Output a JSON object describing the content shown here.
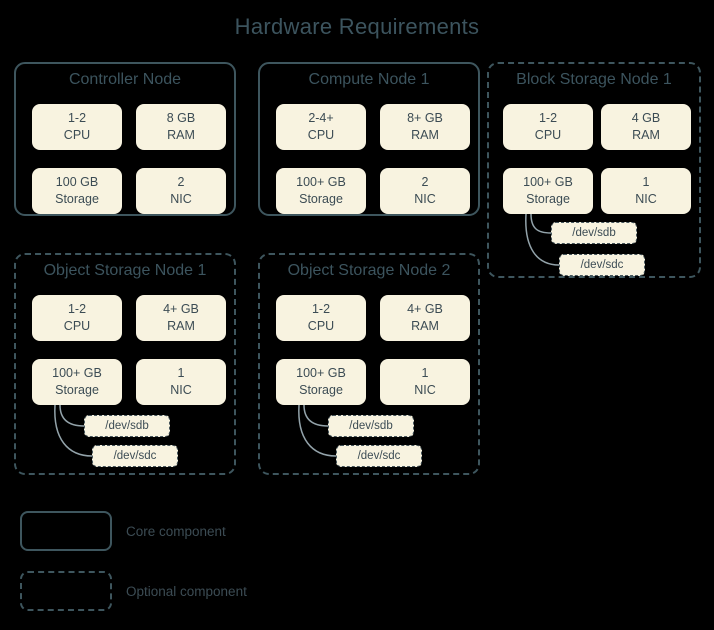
{
  "title": "Hardware Requirements",
  "colors": {
    "background": "#000000",
    "box_fill": "#f8f3e0",
    "border": "#3e565e",
    "text_dark": "#3c4c54",
    "title_text": "#3c545e",
    "connector": "#93a3aa"
  },
  "nodes": [
    {
      "label": "Controller Node",
      "type": "core",
      "components": [
        {
          "line1": "1-2",
          "line2": "CPU"
        },
        {
          "line1": "8 GB",
          "line2": "RAM"
        },
        {
          "line1": "100 GB",
          "line2": "Storage"
        },
        {
          "line1": "2",
          "line2": "NIC"
        }
      ],
      "disks": []
    },
    {
      "label": "Compute Node 1",
      "type": "core",
      "components": [
        {
          "line1": "2-4+",
          "line2": "CPU"
        },
        {
          "line1": "8+ GB",
          "line2": "RAM"
        },
        {
          "line1": "100+ GB",
          "line2": "Storage"
        },
        {
          "line1": "2",
          "line2": "NIC"
        }
      ],
      "disks": []
    },
    {
      "label": "Block Storage Node 1",
      "type": "optional",
      "components": [
        {
          "line1": "1-2",
          "line2": "CPU"
        },
        {
          "line1": "4 GB",
          "line2": "RAM"
        },
        {
          "line1": "100+ GB",
          "line2": "Storage"
        },
        {
          "line1": "1",
          "line2": "NIC"
        }
      ],
      "disks": [
        {
          "label": "/dev/sdb"
        },
        {
          "label": "/dev/sdc"
        }
      ]
    },
    {
      "label": "Object Storage Node 1",
      "type": "optional",
      "components": [
        {
          "line1": "1-2",
          "line2": "CPU"
        },
        {
          "line1": "4+ GB",
          "line2": "RAM"
        },
        {
          "line1": "100+ GB",
          "line2": "Storage"
        },
        {
          "line1": "1",
          "line2": "NIC"
        }
      ],
      "disks": [
        {
          "label": "/dev/sdb"
        },
        {
          "label": "/dev/sdc"
        }
      ]
    },
    {
      "label": "Object Storage Node 2",
      "type": "optional",
      "components": [
        {
          "line1": "1-2",
          "line2": "CPU"
        },
        {
          "line1": "4+ GB",
          "line2": "RAM"
        },
        {
          "line1": "100+ GB",
          "line2": "Storage"
        },
        {
          "line1": "1",
          "line2": "NIC"
        }
      ],
      "disks": [
        {
          "label": "/dev/sdb"
        },
        {
          "label": "/dev/sdc"
        }
      ]
    }
  ],
  "legend": [
    {
      "style": "solid",
      "label": "Core component"
    },
    {
      "style": "dashed",
      "label": "Optional component"
    }
  ]
}
